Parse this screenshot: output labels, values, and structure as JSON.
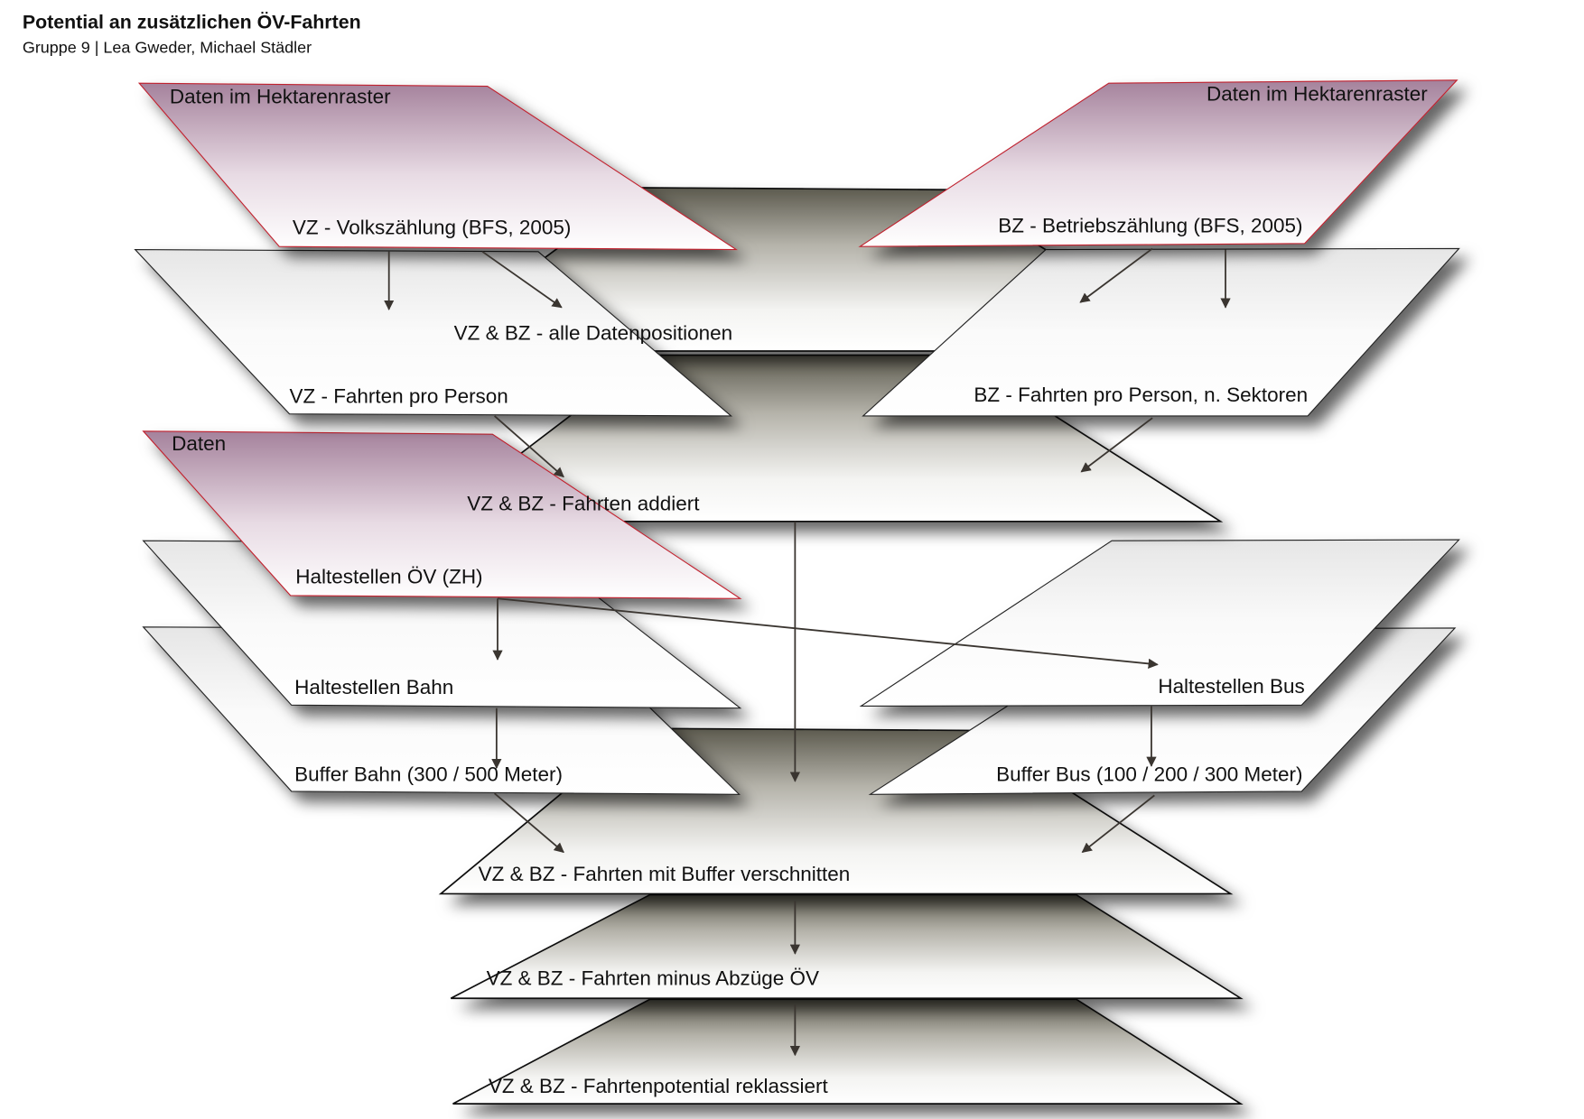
{
  "header": {
    "title": "Potential an zusätzlichen ÖV-Fahrten",
    "subtitle": "Gruppe 9 | Lea Gweder, Michael Städler"
  },
  "colors": {
    "data_layer": "#a5829c",
    "data_border": "#c0202f",
    "process_layer": "#ffffff",
    "arrow": "#3a3530"
  },
  "layers": {
    "vz_source": {
      "top": "Daten im Hektarenraster",
      "label": "VZ - Volkszählung (BFS, 2005)"
    },
    "bz_source": {
      "top": "Daten im Hektarenraster",
      "label": "BZ - Betriebszählung (BFS, 2005)"
    },
    "alle": {
      "label": "VZ & BZ - alle Datenpositionen"
    },
    "vz_fahrten": {
      "label": "VZ - Fahrten pro Person"
    },
    "bz_fahrten": {
      "label": "BZ - Fahrten pro Person, n. Sektoren"
    },
    "addiert": {
      "label": "VZ & BZ - Fahrten addiert"
    },
    "halt_source": {
      "top": "Daten",
      "label": "Haltestellen ÖV (ZH)"
    },
    "halt_bahn": {
      "label": "Haltestellen Bahn"
    },
    "buffer_bahn": {
      "label": "Buffer Bahn (300 / 500 Meter)"
    },
    "halt_bus": {
      "label": "Haltestellen Bus"
    },
    "buffer_bus": {
      "label": "Buffer Bus (100 / 200 / 300 Meter)"
    },
    "verschnitten": {
      "label": "VZ & BZ - Fahrten  mit Buffer verschnitten"
    },
    "abzuege": {
      "label": "VZ & BZ - Fahrten  minus Abzüge ÖV"
    },
    "reklassiert": {
      "label": "VZ & BZ - Fahrtenpotential  reklassiert"
    }
  }
}
